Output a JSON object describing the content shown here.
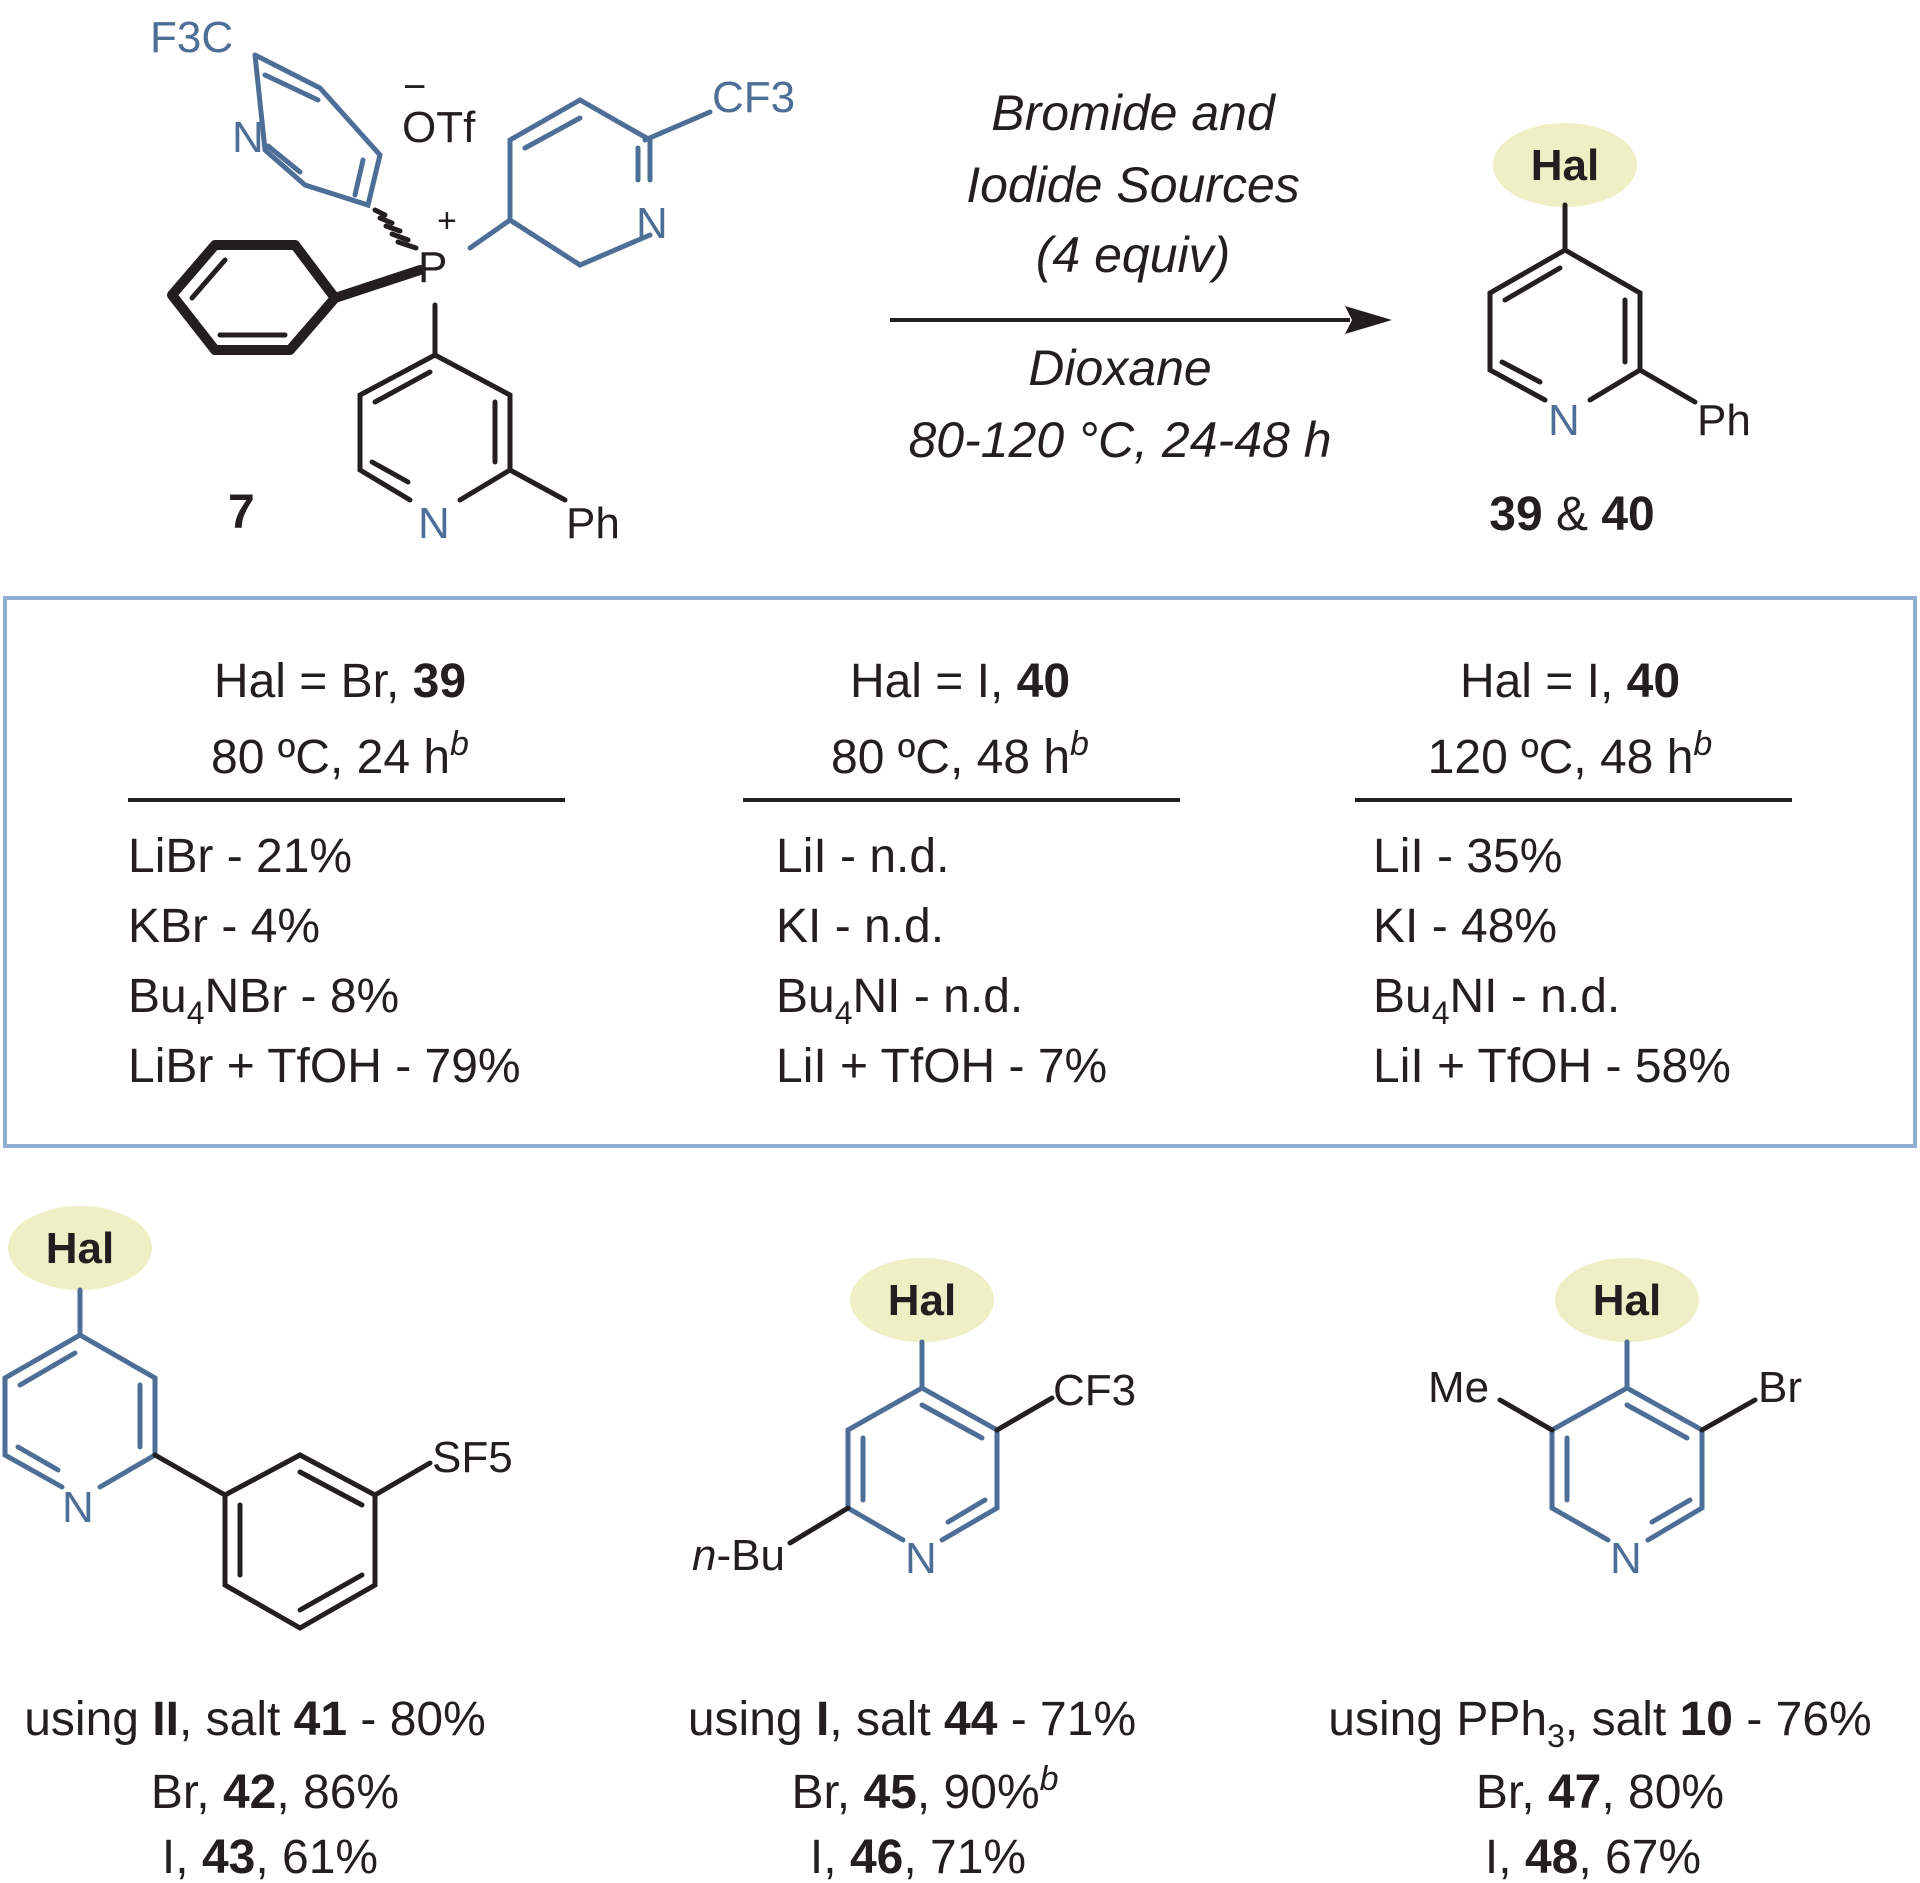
{
  "reagent": {
    "number": "7",
    "cf3_top": "F3C",
    "cf3_right": "CF3",
    "counterion_charge": "−",
    "counterion": "OTf",
    "p_atom": "P",
    "p_charge": "+",
    "n_atom": "N",
    "ph": "Ph"
  },
  "conditions": {
    "line1": "Bromide and",
    "line2": "Iodide Sources",
    "line3": "(4 equiv)",
    "line4": "Dioxane",
    "line5": "80-120 °C, 24-48 h"
  },
  "product": {
    "hal": "Hal",
    "n_atom": "N",
    "ph": "Ph",
    "num_a": "39",
    "amp": " & ",
    "num_b": "40"
  },
  "table": {
    "columns": [
      {
        "hal_label": "Hal = Br, ",
        "hal_num": "39",
        "cond": "80 ºC, 24 h",
        "footnote": "b",
        "rows": [
          {
            "pre": "LiBr - 21%",
            "sub": "",
            "post": ""
          },
          {
            "pre": "KBr - 4%",
            "sub": "",
            "post": ""
          },
          {
            "pre": "Bu",
            "sub": "4",
            "post": "NBr - 8%"
          },
          {
            "pre": "LiBr + TfOH - 79%",
            "sub": "",
            "post": ""
          }
        ]
      },
      {
        "hal_label": "Hal = I, ",
        "hal_num": "40",
        "cond": "80 ºC, 48 h",
        "footnote": "b",
        "rows": [
          {
            "pre": "LiI - n.d.",
            "sub": "",
            "post": ""
          },
          {
            "pre": "KI - n.d.",
            "sub": "",
            "post": ""
          },
          {
            "pre": "Bu",
            "sub": "4",
            "post": "NI - n.d."
          },
          {
            "pre": "LiI + TfOH - 7%",
            "sub": "",
            "post": ""
          }
        ]
      },
      {
        "hal_label": "Hal = I, ",
        "hal_num": "40",
        "cond": "120 ºC, 48 h",
        "footnote": "b",
        "rows": [
          {
            "pre": "LiI - 35%",
            "sub": "",
            "post": ""
          },
          {
            "pre": "KI - 48%",
            "sub": "",
            "post": ""
          },
          {
            "pre": "Bu",
            "sub": "4",
            "post": "NI - n.d."
          },
          {
            "pre": "LiI + TfOH - 58%",
            "sub": "",
            "post": ""
          }
        ]
      }
    ]
  },
  "examples": [
    {
      "hal": "Hal",
      "n_atom": "N",
      "substituent": "SF5",
      "using_pre": "using ",
      "using_reagent": "II",
      "salt_text": ", salt ",
      "salt_num": "41",
      "salt_yield": " - 80%",
      "br_label": "Br, ",
      "br_num": "42",
      "br_yield": ", 86%",
      "br_foot": "",
      "i_label": "I, ",
      "i_num": "43",
      "i_yield": ", 61%"
    },
    {
      "hal": "Hal",
      "n_atom": "N",
      "cf3": "CF3",
      "nbu_n": "n",
      "nbu_bu": "-Bu",
      "using_pre": "using ",
      "using_reagent": "I",
      "salt_text": ", salt ",
      "salt_num": "44",
      "salt_yield": " - 71%",
      "br_label": "Br, ",
      "br_num": "45",
      "br_yield": ", 90%",
      "br_foot": "b",
      "i_label": "I, ",
      "i_num": "46",
      "i_yield": ", 71%"
    },
    {
      "hal": "Hal",
      "n_atom": "N",
      "me": "Me",
      "br_sub": "Br",
      "using_pre": "using PPh",
      "using_sub": "3",
      "salt_text": ", salt ",
      "salt_num": "10",
      "salt_yield": " - 76%",
      "br_label": "Br, ",
      "br_num": "47",
      "br_yield": ", 80%",
      "br_foot": "",
      "i_label": "I, ",
      "i_num": "48",
      "i_yield": ", 67%"
    }
  ],
  "colors": {
    "ink": "#231f20",
    "heteroaryl": "#4d6f97",
    "box_border": "#93aed3",
    "hal_highlight": "#efefc6"
  }
}
